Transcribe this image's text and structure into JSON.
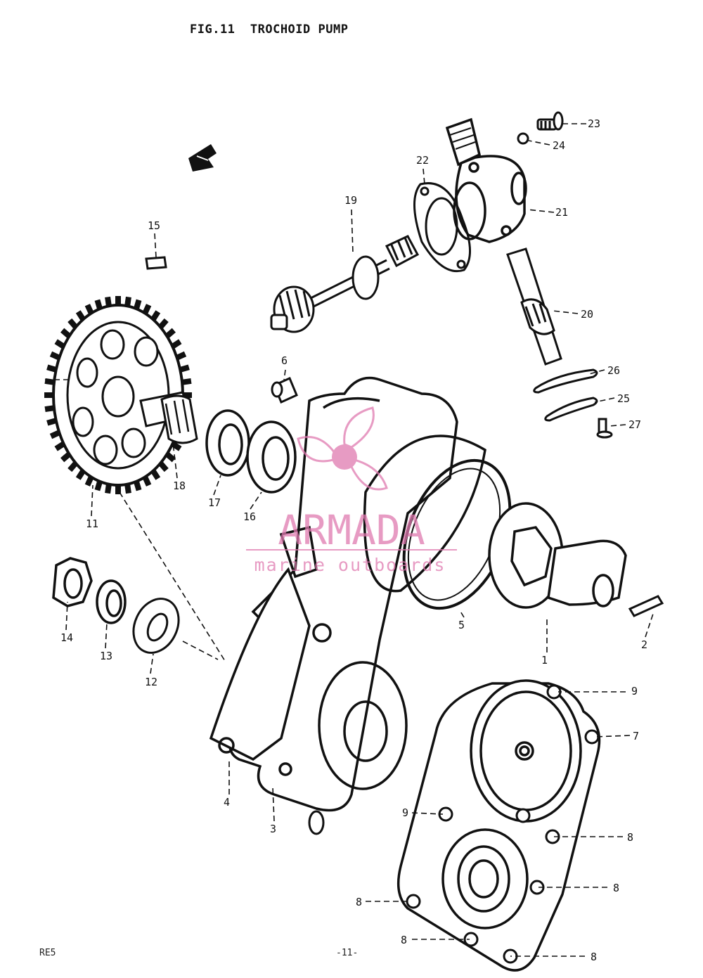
{
  "title": "FIG.11  TROCHOID PUMP",
  "watermark": {
    "brand": "ARMADA",
    "tagline": "marine outboards",
    "color": "#e07ab0"
  },
  "footer": {
    "left": "RE5",
    "center": "-11-"
  },
  "callouts": [
    {
      "id": "c23",
      "label": "23"
    },
    {
      "id": "c24",
      "label": "24"
    },
    {
      "id": "c22",
      "label": "22"
    },
    {
      "id": "c21",
      "label": "21"
    },
    {
      "id": "c19",
      "label": "19"
    },
    {
      "id": "c20",
      "label": "20"
    },
    {
      "id": "c15",
      "label": "15"
    },
    {
      "id": "c6",
      "label": "6"
    },
    {
      "id": "c26",
      "label": "26"
    },
    {
      "id": "c25",
      "label": "25"
    },
    {
      "id": "c27",
      "label": "27"
    },
    {
      "id": "c18",
      "label": "18"
    },
    {
      "id": "c17",
      "label": "17"
    },
    {
      "id": "c16",
      "label": "16"
    },
    {
      "id": "c11",
      "label": "11"
    },
    {
      "id": "c14",
      "label": "14"
    },
    {
      "id": "c13",
      "label": "13"
    },
    {
      "id": "c12",
      "label": "12"
    },
    {
      "id": "c5",
      "label": "5"
    },
    {
      "id": "c2",
      "label": "2"
    },
    {
      "id": "c1",
      "label": "1"
    },
    {
      "id": "c9a",
      "label": "9"
    },
    {
      "id": "c7",
      "label": "7"
    },
    {
      "id": "c4",
      "label": "4"
    },
    {
      "id": "c3",
      "label": "3"
    },
    {
      "id": "c9b",
      "label": "9"
    },
    {
      "id": "c8a",
      "label": "8"
    },
    {
      "id": "c8b",
      "label": "8"
    },
    {
      "id": "c8c",
      "label": "8"
    },
    {
      "id": "c8d",
      "label": "8"
    },
    {
      "id": "c8e",
      "label": "8"
    }
  ]
}
